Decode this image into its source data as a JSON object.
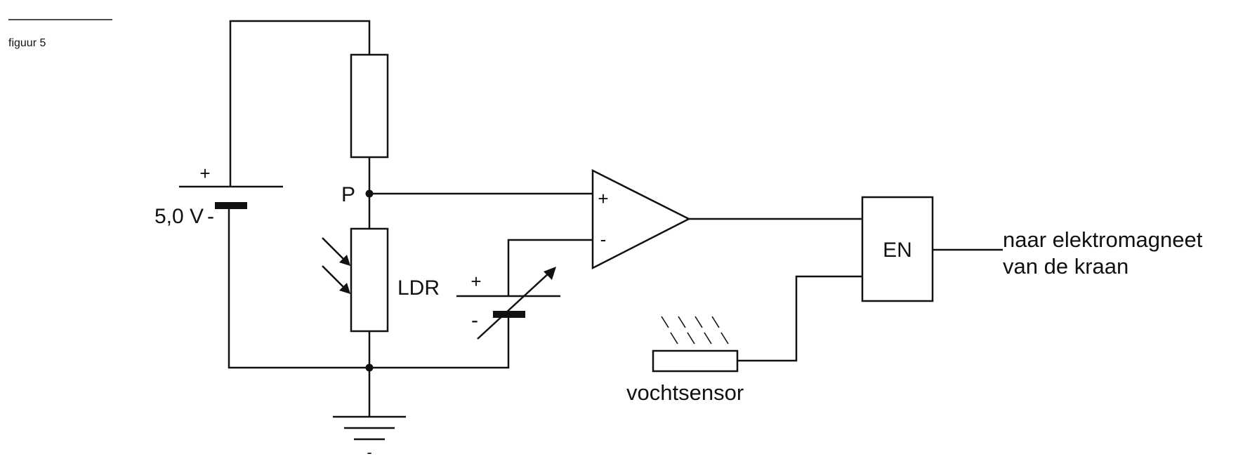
{
  "figure": {
    "caption": "figuur 5"
  },
  "battery": {
    "plus": "+",
    "voltage": "5,0 V",
    "minus": "-"
  },
  "node_p": {
    "label": "P"
  },
  "ldr": {
    "label": "LDR"
  },
  "variable_source": {
    "plus": "+",
    "minus": "-"
  },
  "comparator": {
    "plus": "+",
    "minus": "-"
  },
  "and_gate": {
    "label": "EN"
  },
  "output": {
    "line1": "naar elektromagneet",
    "line2": "van de kraan"
  },
  "sensor": {
    "label": "vochtsensor"
  },
  "ground": {
    "minus": "-"
  }
}
